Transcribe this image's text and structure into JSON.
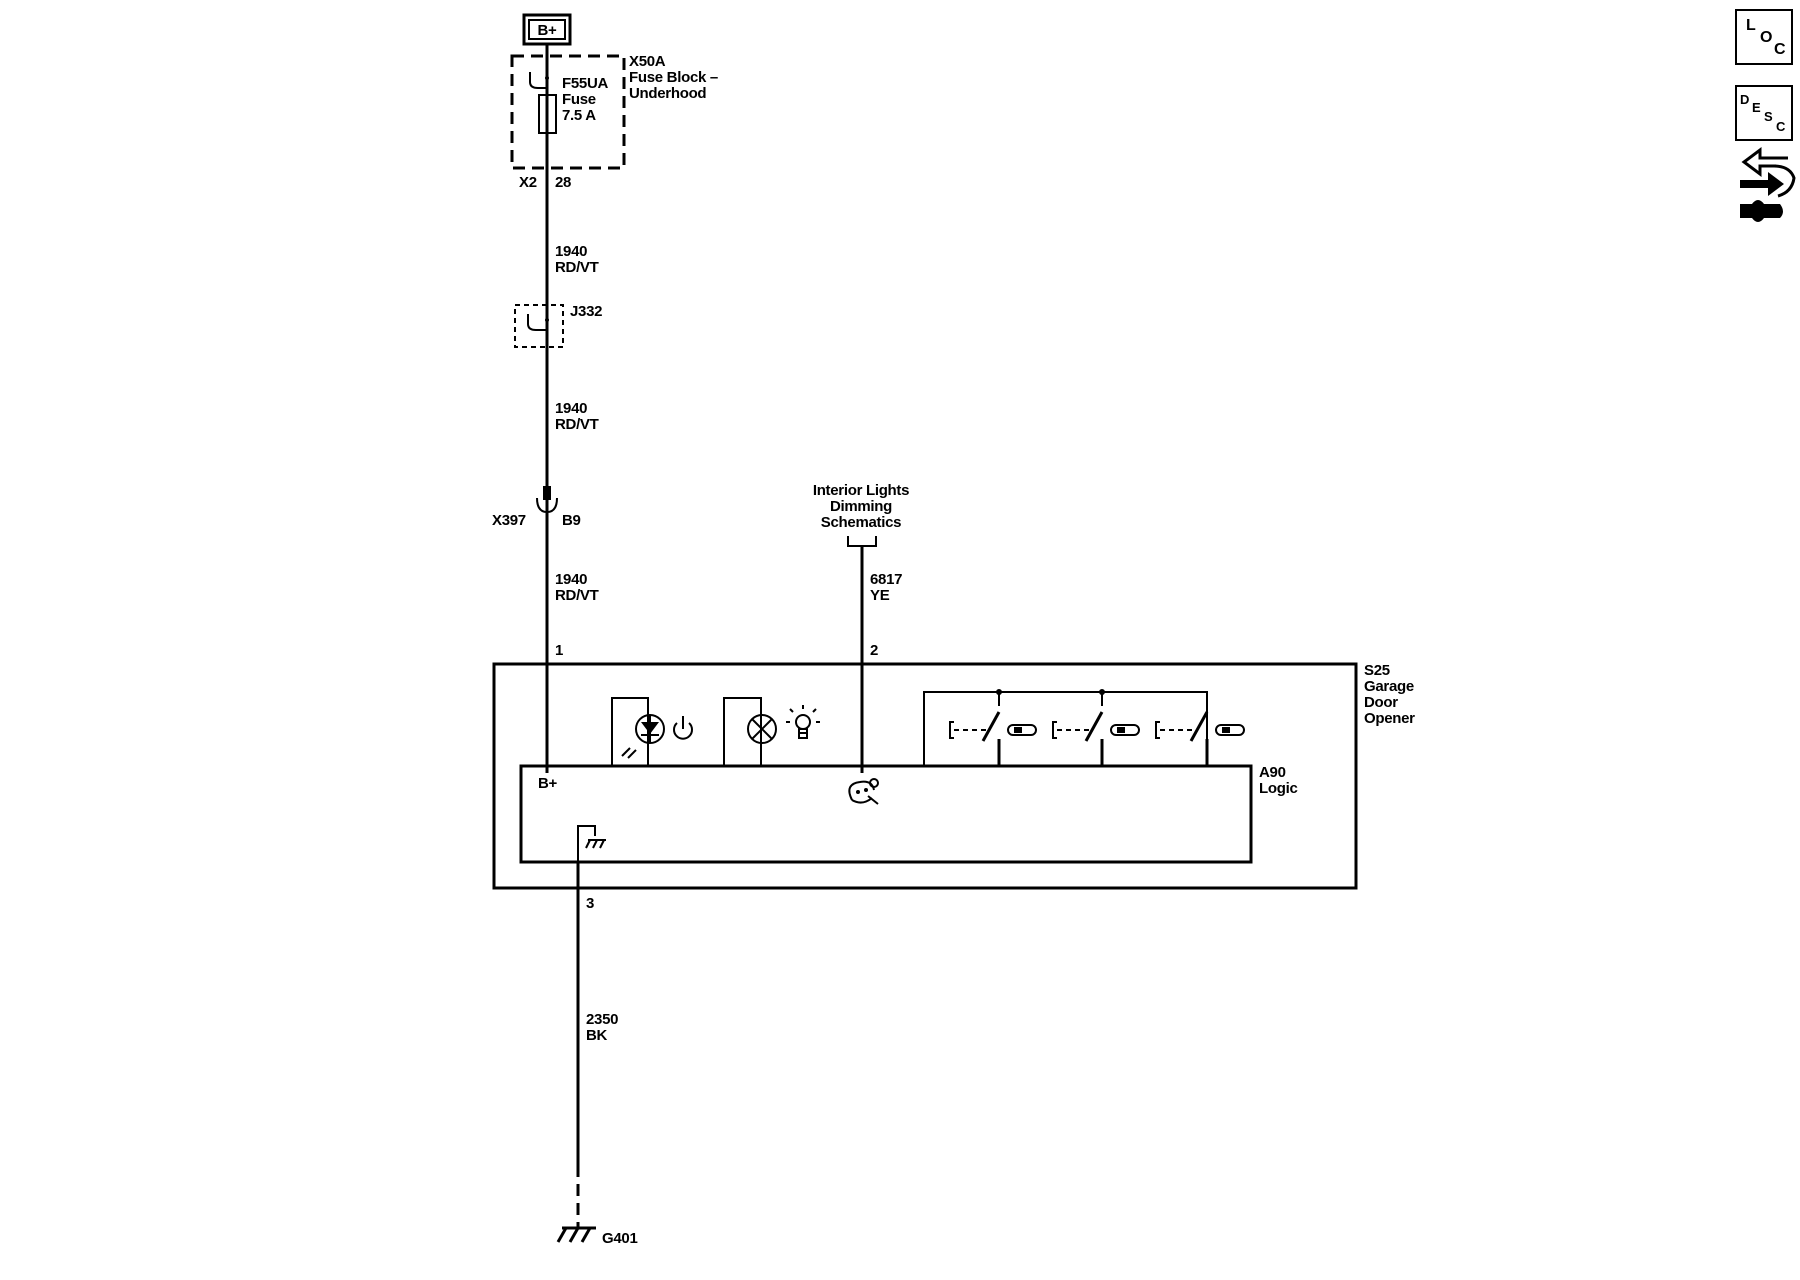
{
  "power": {
    "label": "B+"
  },
  "fuse_block": {
    "id": "X50A",
    "name_line1": "Fuse Block –",
    "name_line2": "Underhood",
    "fuse_id": "F55UA",
    "fuse_word": "Fuse",
    "fuse_rating": "7.5 A",
    "connector": "X2",
    "pin": "28"
  },
  "wire_upper": {
    "circuit": "1940",
    "color": "RD/VT"
  },
  "splice": {
    "id": "J332"
  },
  "wire_mid": {
    "circuit": "1940",
    "color": "RD/VT"
  },
  "inline_connector": {
    "id": "X397",
    "pin": "B9"
  },
  "wire_lower": {
    "circuit": "1940",
    "color": "RD/VT"
  },
  "dimming_ref": {
    "line1": "Interior Lights",
    "line2": "Dimming",
    "line3": "Schematics"
  },
  "wire_dimming": {
    "circuit": "6817",
    "color": "YE"
  },
  "module": {
    "pin1": "1",
    "pin2": "2",
    "pin3": "3",
    "id": "S25",
    "name_line1": "Garage",
    "name_line2": "Door",
    "name_line3": "Opener"
  },
  "logic": {
    "id": "A90",
    "name": "Logic",
    "bplus": "B+"
  },
  "wire_ground": {
    "circuit": "2350",
    "color": "BK"
  },
  "ground": {
    "id": "G401"
  },
  "side_icons": {
    "loc": {
      "l": "L",
      "o": "O",
      "c": "C"
    },
    "desc": {
      "d": "D",
      "e": "E",
      "s": "S",
      "c": "C"
    },
    "service_icon": "service-arrows-icon"
  }
}
